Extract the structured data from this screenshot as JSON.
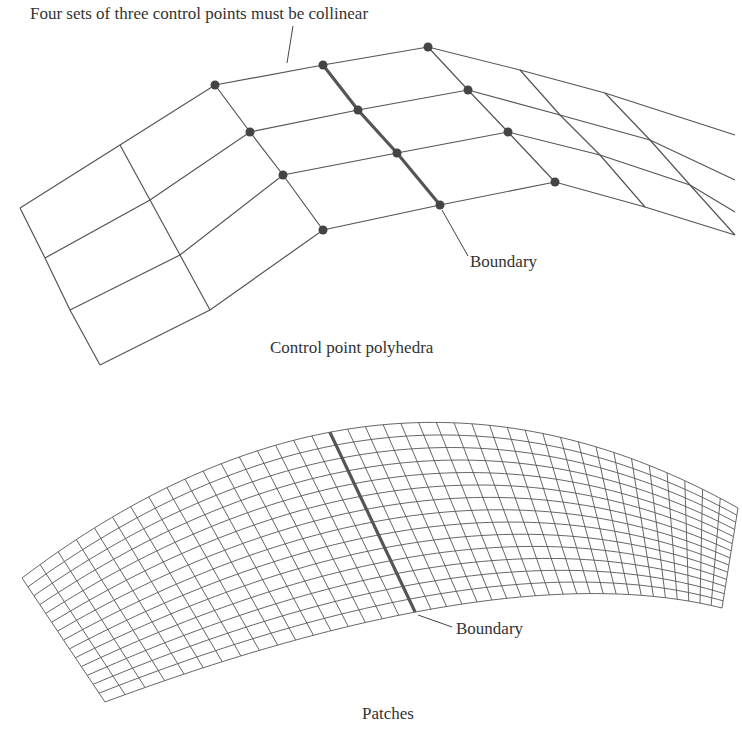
{
  "diagram": {
    "labels": [
      "Four sets of three control points must be collinear",
      "Boundary",
      "Control point polyhedra",
      "Boundary",
      "Patches"
    ]
  }
}
